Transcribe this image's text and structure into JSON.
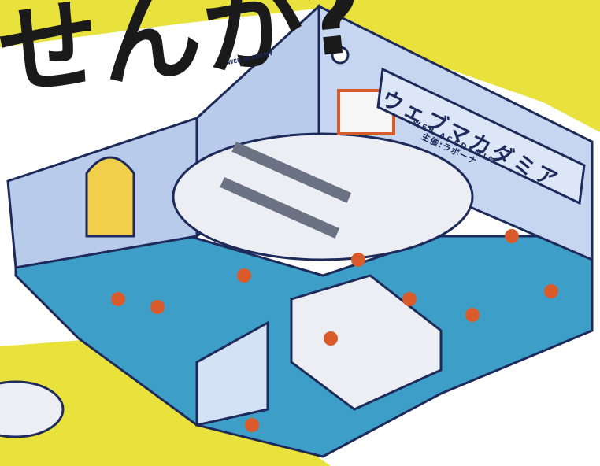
{
  "headline": {
    "text": "せんか?"
  },
  "banner": {
    "title": "ウェブマカダミア",
    "subtitle": "WEB ACADEMIA",
    "host": "主催:ラボーナ"
  },
  "poster": {
    "text": "WEB ACADEMY"
  },
  "colors": {
    "background_yellow": "#e9e23d",
    "floor_blue": "#3d9ec8",
    "wall_blue": "#b9cbeb",
    "outline": "#1d2a5a",
    "text_dark": "#1a1a1a",
    "stage_gray": "#eceef4"
  }
}
